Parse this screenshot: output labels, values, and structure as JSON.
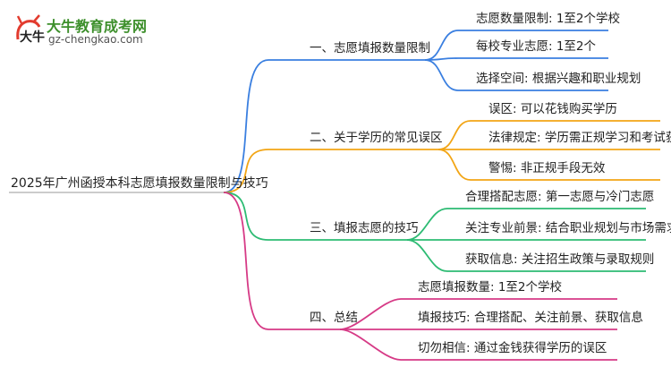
{
  "logo": {
    "title": "大牛教育成考网",
    "url": "gz-chengkao.com",
    "accent": "#3d8f2b"
  },
  "mindmap": {
    "root": "2025年广州函授本科志愿填报数量限制与技巧",
    "branches": [
      {
        "label": "一、志愿填报数量限制",
        "color": "#3a7fe0",
        "children": [
          "志愿数量限制: 1至2个学校",
          "每校专业志愿: 1至2个",
          "选择空间: 根据兴趣和职业规划"
        ]
      },
      {
        "label": "二、关于学历的常见误区",
        "color": "#f2a515",
        "children": [
          "误区: 可以花钱购买学历",
          "法律规定: 学历需正规学习和考试获得",
          "警惕: 非正规手段无效"
        ]
      },
      {
        "label": "三、填报志愿的技巧",
        "color": "#2dbb73",
        "children": [
          "合理搭配志愿: 第一志愿与冷门志愿",
          "关注专业前景: 结合职业规划与市场需求",
          "获取信息: 关注招生政策与录取规则"
        ]
      },
      {
        "label": "四、总结",
        "color": "#d63a86",
        "children": [
          "志愿填报数量: 1至2个学校",
          "填报技巧: 合理搭配、关注前景、获取信息",
          "切勿相信: 通过金钱获得学历的误区"
        ]
      }
    ]
  }
}
